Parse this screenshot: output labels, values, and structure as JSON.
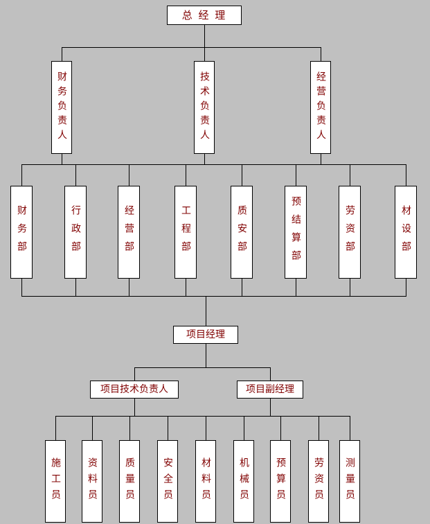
{
  "org": {
    "colors": {
      "background": "#c0c0c0",
      "box_background": "#ffffff",
      "box_border": "#000000",
      "text": "#800000"
    },
    "top": {
      "label": "总 经 理"
    },
    "level2": [
      {
        "label": "财务负责人"
      },
      {
        "label": "技术负责人"
      },
      {
        "label": "经营负责人"
      }
    ],
    "level3": [
      {
        "label": "财务部"
      },
      {
        "label": "行政部"
      },
      {
        "label": "经营部"
      },
      {
        "label": "工程部"
      },
      {
        "label": "质安部"
      },
      {
        "label": "预结算部"
      },
      {
        "label": "劳资部"
      },
      {
        "label": "材设部"
      }
    ],
    "level4": {
      "label": "项目经理"
    },
    "level5": [
      {
        "label": "项目技术负责人"
      },
      {
        "label": "项目副经理"
      }
    ],
    "level6": [
      {
        "label": "施工员"
      },
      {
        "label": "资料员"
      },
      {
        "label": "质量员"
      },
      {
        "label": "安全员"
      },
      {
        "label": "材料员"
      },
      {
        "label": "机械员"
      },
      {
        "label": "预算员"
      },
      {
        "label": "劳资员"
      },
      {
        "label": "测量员"
      }
    ]
  }
}
